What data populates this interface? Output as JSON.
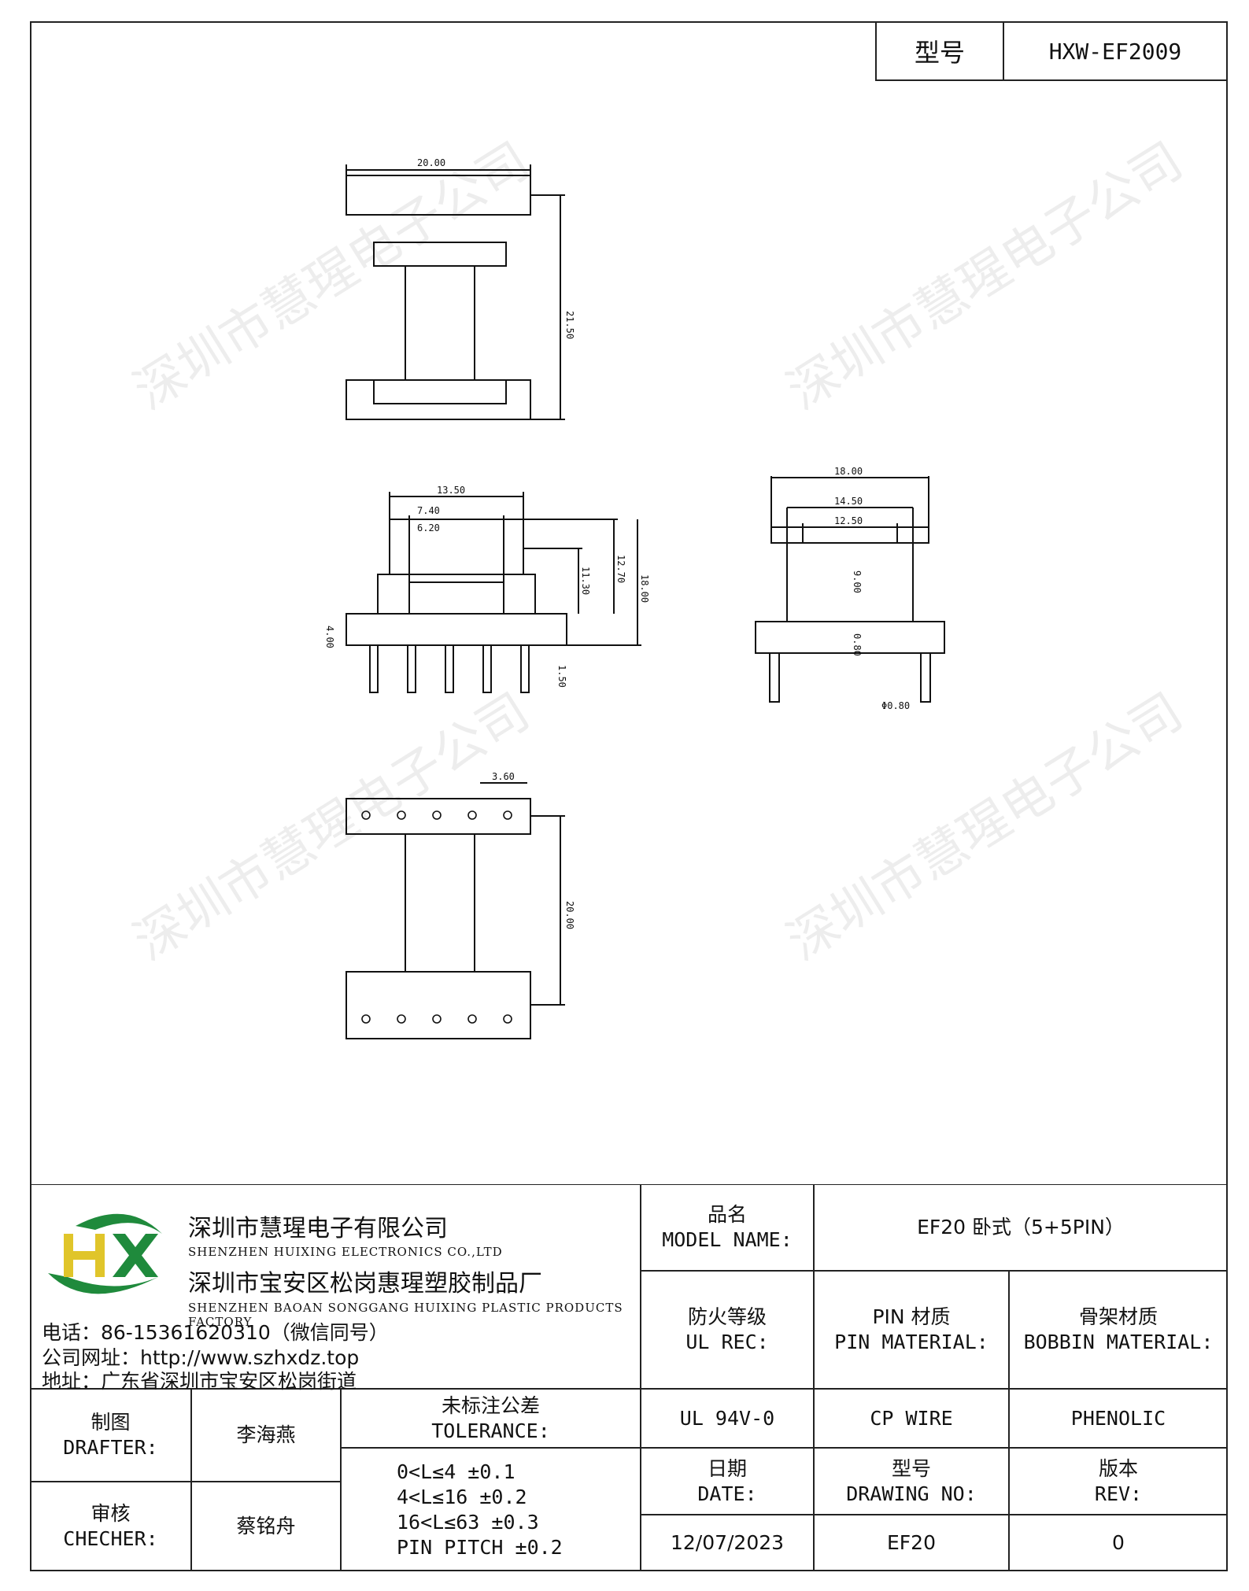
{
  "header": {
    "model_label": "型号",
    "model_value": "HXW-EF2009"
  },
  "watermark_text": "深圳市慧瑆电子公司",
  "drawing": {
    "dim_a": "20.00",
    "dim_b": "21.50",
    "dim_c": "13.50",
    "dim_d": "7.40",
    "dim_e": "6.20",
    "dim_g": "11.30",
    "dim_h": "12.70",
    "dim_i": "18.00",
    "dim_f": "4.00",
    "dim_j": "1.50",
    "dim_k": "18.00",
    "dim_l": "14.50",
    "dim_m": "12.50",
    "dim_inner1": "9.00",
    "dim_inner2": "0.80",
    "dim_n": "Φ0.80",
    "dim_o": "3.60",
    "dim_p": "20.00"
  },
  "company": {
    "name_cn": "深圳市慧瑆电子有限公司",
    "name_en": "SHENZHEN HUIXING ELECTRONICS CO.,LTD",
    "factory_cn": "深圳市宝安区松岗惠瑆塑胶制品厂",
    "factory_en": "SHENZHEN BAOAN SONGGANG HUIXING PLASTIC PRODUCTS FACTORY",
    "phone": "电话：86-15361620310（微信同号）",
    "website": "公司网址：http://www.szhxdz.top",
    "address": "地址：广东省深圳市宝安区松岗街道"
  },
  "titleblock": {
    "model_name_cn": "品名",
    "model_name_en": "MODEL NAME:",
    "model_name_value": "EF20 卧式（5+5PIN）",
    "ul_cn": "防火等级",
    "ul_en": "UL REC:",
    "pin_cn": "PIN 材质",
    "pin_en": "PIN MATERIAL:",
    "bobbin_cn": "骨架材质",
    "bobbin_en": "BOBBIN MATERIAL:",
    "ul_value": "UL 94V-0",
    "pin_value": "CP WIRE",
    "bobbin_value": "PHENOLIC",
    "drafter_cn": "制图",
    "drafter_en": "DRAFTER:",
    "drafter_value": "李海燕",
    "checker_cn": "审核",
    "checker_en": "CHECHER:",
    "checker_value": "蔡铭舟",
    "tol_cn": "未标注公差",
    "tol_en": "TOLERANCE:",
    "tol_lines": [
      "0<L≤4   ±0.1",
      "4<L≤16  ±0.2",
      "16<L≤63  ±0.3",
      "PIN PITCH  ±0.2"
    ],
    "date_cn": "日期",
    "date_en": "DATE:",
    "date_value": "12/07/2023",
    "dwg_cn": "型号",
    "dwg_en": "DRAWING NO:",
    "dwg_value": "EF20",
    "rev_cn": "版本",
    "rev_en": "REV:",
    "rev_value": "0"
  }
}
